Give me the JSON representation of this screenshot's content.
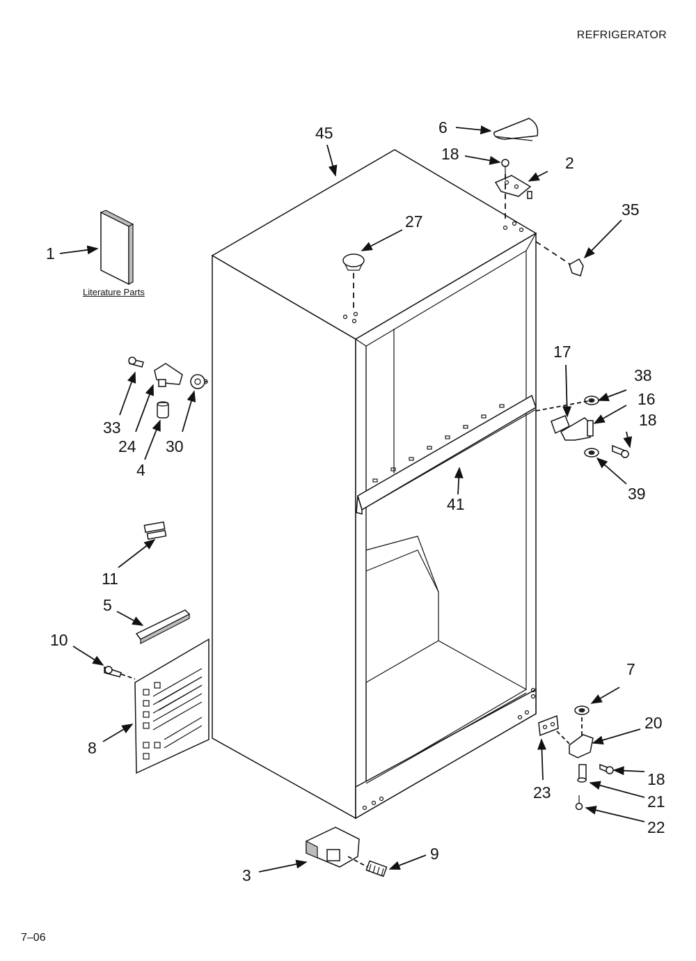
{
  "header": {
    "title": "REFRIGERATOR"
  },
  "footer": {
    "code": "7–06"
  },
  "literature": {
    "label": "Literature Parts"
  },
  "callouts": {
    "c1": "1",
    "c2": "2",
    "c3": "3",
    "c4": "4",
    "c5": "5",
    "c6": "6",
    "c7": "7",
    "c8": "8",
    "c9": "9",
    "c10": "10",
    "c11": "11",
    "c16": "16",
    "c17": "17",
    "c18a": "18",
    "c18b": "18",
    "c18c": "18",
    "c20": "20",
    "c21": "21",
    "c22": "22",
    "c23": "23",
    "c24": "24",
    "c27": "27",
    "c30": "30",
    "c33": "33",
    "c35": "35",
    "c38": "38",
    "c39": "39",
    "c41": "41",
    "c45": "45"
  }
}
